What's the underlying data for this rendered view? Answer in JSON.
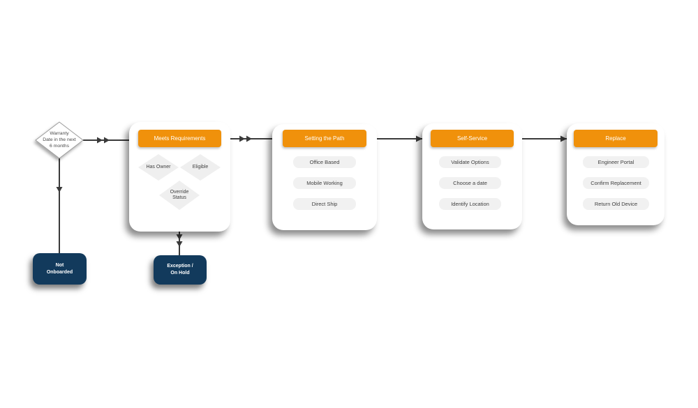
{
  "colors": {
    "orange": "#F0910B",
    "navy": "#123A5C",
    "line": "#3A3A3A",
    "pill_bg": "#F1F1F1",
    "diamond_bg": "#EFEFEF",
    "card_bg": "#FFFFFF"
  },
  "start": {
    "label": "Warranty\nDate in the next\n6 months"
  },
  "terminals": {
    "not_onboarded": "Not\nOnboarded",
    "exception": "Exception /\nOn Hold"
  },
  "cards": [
    {
      "title": "Meets Requirements",
      "diamonds": [
        "Has Owner",
        "Eligible",
        "Override\nStatus"
      ]
    },
    {
      "title": "Setting the Path",
      "steps": [
        "Office Based",
        "Mobile Working",
        "Direct Ship"
      ]
    },
    {
      "title": "Self-Service",
      "steps": [
        "Validate Options",
        "Choose a date",
        "Identify Location"
      ]
    },
    {
      "title": "Replace",
      "steps": [
        "Engineer Portal",
        "Confirm Replacement",
        "Return Old Device"
      ]
    }
  ]
}
